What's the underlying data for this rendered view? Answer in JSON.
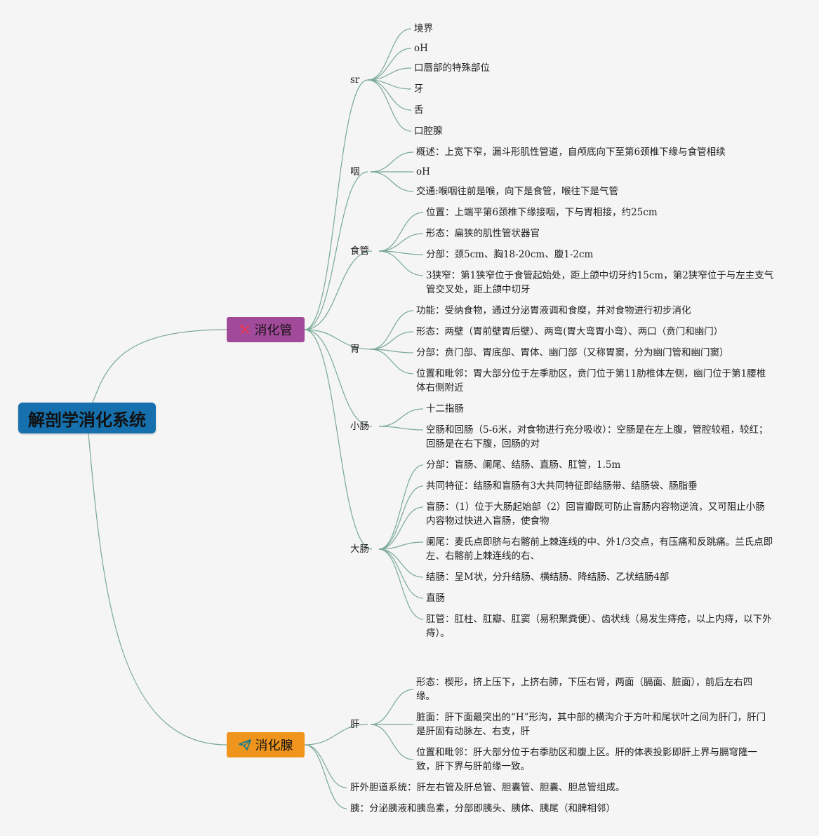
{
  "root": {
    "label": "解剖学消化系统"
  },
  "colors": {
    "root": "#1670ad",
    "tube": "#a24a9a",
    "gland": "#ef951d",
    "line": "#7aa89a"
  },
  "digestive_tube": {
    "label": "消化管",
    "icon": "tools-cross-icon",
    "mouth": {
      "label": "sr",
      "items": [
        "境界",
        "oH",
        "口唇部的特殊部位",
        "牙",
        "舌",
        "口腔腺"
      ]
    },
    "pharynx": {
      "label": "咽",
      "items": [
        "概述：上宽下窄，漏斗形肌性管道，自颅底向下至第6颈椎下缘与食管相续",
        "oH",
        "交通:喉咽往前是喉，向下是食管，喉往下是气管"
      ]
    },
    "esophagus": {
      "label": "食管",
      "items": [
        "位置：上端平第6颈椎下缘接咽，下与胃相接，约25cm",
        "形态：扁狭的肌性管状器官",
        "分部：颈5cm、胸18-20cm、腹1-2cm",
        "3狭窄：第1狭窄位于食管起始处，距上颌中切牙约15cm，第2狭窄位于与左主支气管交叉处，距上颌中切牙"
      ]
    },
    "stomach": {
      "label": "胃",
      "items": [
        "功能：受纳食物，通过分泌胃液调和食糜，并对食物进行初步消化",
        "形态：两壁（胃前壁胃后壁）、两弯(胃大弯胃小弯）、两口（贲门和幽门）",
        "分部：贲门部、胃底部、胃体、幽门部（又称胃窦，分为幽门管和幽门窦）",
        "位置和毗邻：胃大部分位于左季肋区，贲门位于第11肋椎体左侧，幽门位于第1腰椎体右侧附近"
      ]
    },
    "small_intestine": {
      "label": "小肠",
      "items": [
        "十二指肠",
        "空肠和回肠（5-6米，对食物进行充分吸收）：空肠是在左上腹，管腔较粗，较红；回肠是在右下腹，回肠的对"
      ]
    },
    "large_intestine": {
      "label": "大肠",
      "items": [
        "分部：盲肠、阑尾、结肠、直肠、肛管，1.5m",
        "共同特征：结肠和盲肠有3大共同特征即结肠带、结肠袋、肠脂垂",
        "盲肠：（1）位于大肠起始部（2）回盲瓣既可防止盲肠内容物逆流，又可阻止小肠内容物过快进入盲肠，使食物",
        "阑尾：麦氏点即脐与右髂前上棘连线的中、外1/3交点，有压痛和反跳痛。兰氏点即左、右髂前上棘连线的右、",
        "结肠：呈M状，分升结肠、横结肠、降结肠、乙状结肠4部",
        "直肠",
        "肛管：肛柱、肛瓣、肛窦（易积聚粪便）、齿状线（易发生痔疮，以上内痔，以下外痔）。"
      ]
    }
  },
  "digestive_gland": {
    "label": "消化腺",
    "icon": "paper-plane-icon",
    "liver": {
      "label": "肝",
      "items": [
        "形态：楔形，挤上压下，上挤右肺，下压右肾，两面（膈面、脏面），前后左右四缘。",
        "脏面：肝下面最突出的“H”形沟，其中部的横沟介于方叶和尾状叶之间为肝门，肝门是肝固有动脉左、右支，肝",
        "位置和毗邻：肝大部分位于右季肋区和腹上区。肝的体表投影即肝上界与膈穹隆一致，肝下界与肝前缘一致。"
      ]
    },
    "bile_duct": {
      "label": "肝外胆道系统：肝左右管及肝总管、胆囊管、胆囊、胆总管组成。"
    },
    "pancreas": {
      "label": "胰：分泌胰液和胰岛素，分部即胰头、胰体、胰尾（和脾相邻）"
    }
  }
}
